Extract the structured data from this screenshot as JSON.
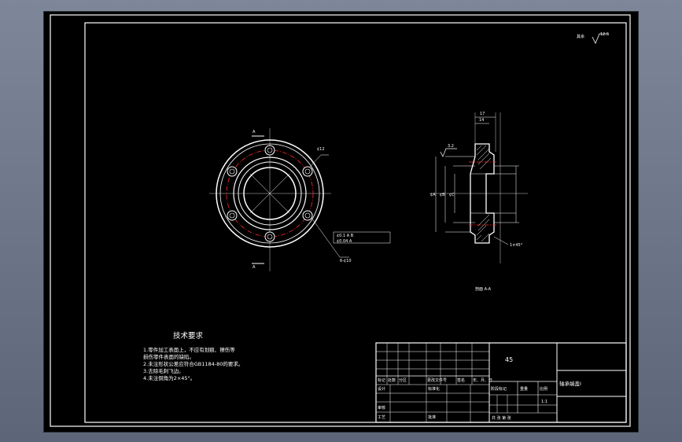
{
  "surface_roughness": {
    "label": "其余",
    "value": "12.5"
  },
  "front_view": {
    "section_mark_top": "A",
    "section_mark_bottom": "A",
    "hole_dia_label": "¢12",
    "hole_count_label": "6-¢10",
    "position_callout": "¢0.1  A  B",
    "concentric_callout": "¢0.04  A"
  },
  "section_view": {
    "dim_total_width": "17",
    "dim_flange_width": "14",
    "roughness_value": "3.2",
    "chamfer_label": "1×45°",
    "dia_labels": [
      "¢A",
      "¢B",
      "¢C"
    ],
    "caption": "剖面 A-A"
  },
  "tech_requirements": {
    "title": "技术要求",
    "lines": [
      "1.零件加工表面上，不应有划痕、擦伤等",
      "  损伤零件表面的缺陷。",
      "2.未注形状公差应符合GB1184-80的要求。",
      "3.去除毛刺飞边。",
      "4.未注倒角为2×45°。"
    ]
  },
  "title_block": {
    "material": "45",
    "part_name": "轴承端盖Ⅰ",
    "row_labels": [
      "标记",
      "处数",
      "分区",
      "更改文件号",
      "签名",
      "年、月、日"
    ],
    "design": "设计",
    "standardize": "标准化",
    "review": "审核",
    "process": "工艺",
    "approve": "批准",
    "stage_mark": "阶段标记",
    "weight": "重量",
    "scale_label": "比例",
    "scale": "1:1",
    "sheets": "共  张   第  张"
  }
}
